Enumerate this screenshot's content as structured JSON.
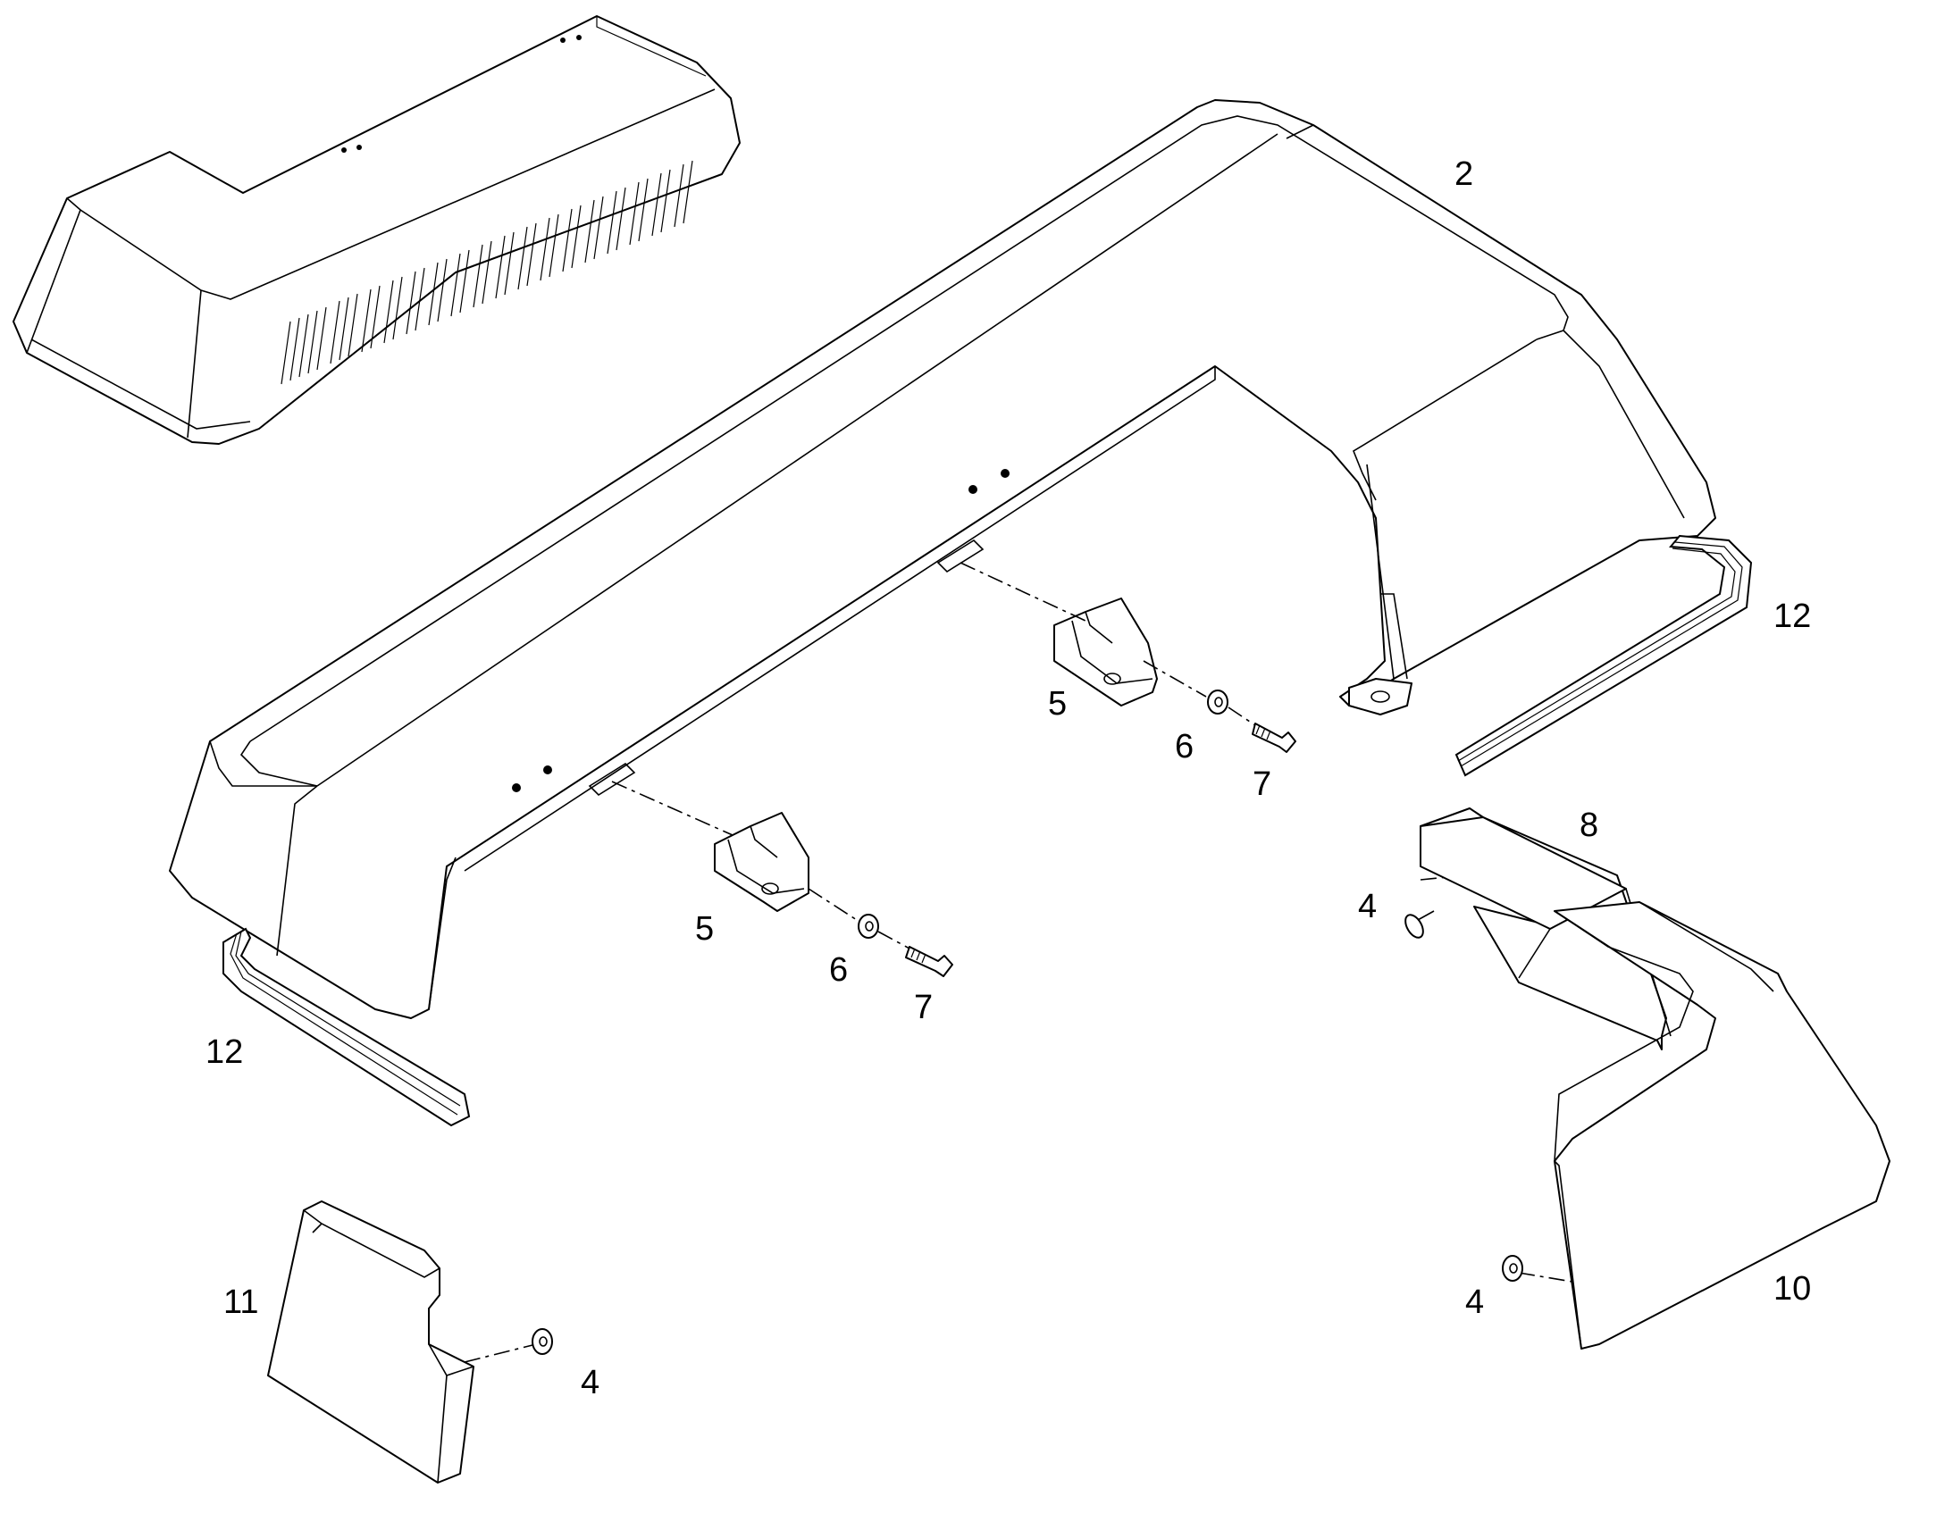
{
  "callouts": {
    "c2": "2",
    "c12a": "12",
    "c12b": "12",
    "c5a": "5",
    "c6a": "6",
    "c7a": "7",
    "c5b": "5",
    "c6b": "6",
    "c7b": "7",
    "c8": "8",
    "c4a": "4",
    "c11": "11",
    "c4b": "4",
    "c4c": "4",
    "c10": "10"
  }
}
